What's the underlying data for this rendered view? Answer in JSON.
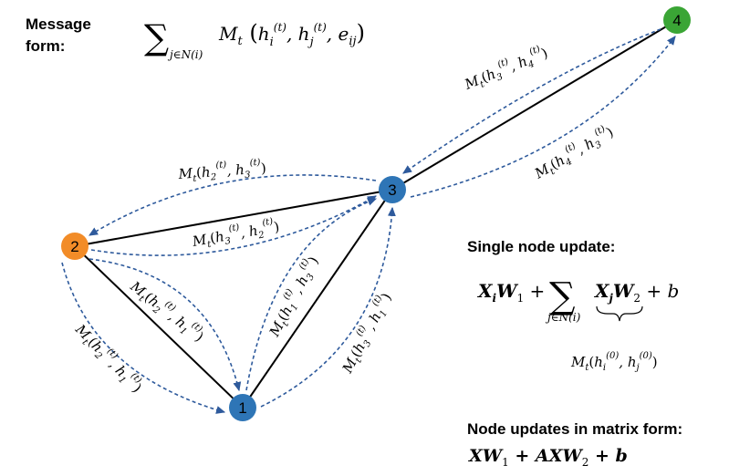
{
  "message_form": {
    "label_line1": "Message",
    "label_line2": "form:",
    "sum_symbol": "∑",
    "sum_subscript": "j∈N(i)",
    "expression": "M_t(h_i^(t), h_j^(t), e_ij)"
  },
  "nodes": [
    {
      "id": "1",
      "label": "1",
      "color": "#2e75b6"
    },
    {
      "id": "2",
      "label": "2",
      "color": "#f28c28"
    },
    {
      "id": "3",
      "label": "3",
      "color": "#2e75b6"
    },
    {
      "id": "4",
      "label": "4",
      "color": "#3aa535"
    }
  ],
  "edges": [
    [
      "1",
      "2"
    ],
    [
      "1",
      "3"
    ],
    [
      "2",
      "3"
    ],
    [
      "3",
      "4"
    ]
  ],
  "messages": {
    "m43": "M_t(h_3^(t), h_4^(t))",
    "m34": "M_t(h_4^(t), h_3^(t))",
    "m23_top": "M_t(h_2^(t), h_3^(t))",
    "m32": "M_t(h_3^(t), h_2^(t))",
    "m21_inner": "M_t(h_2^(t), h_1^(t))",
    "m21_outer": "M_t(h_2^(t), h_1^(t))",
    "m13_inner": "M_t(h_1^(t), h_3^(t))",
    "m31": "M_t(h_3^(t), h_1^(t))"
  },
  "single_update": {
    "title": "Single node update:",
    "formula": "X_i W_1 + ∑_{j∈N(i)} X_j W_2 + b",
    "brace_label": "M_t(h_i^(0), h_j^(0))"
  },
  "matrix_update": {
    "title": "Node updates in matrix form:",
    "formula": "XW_1 + AXW_2 + b"
  },
  "colors": {
    "edge": "#000000",
    "message_arrow": "#2e5a9c"
  }
}
